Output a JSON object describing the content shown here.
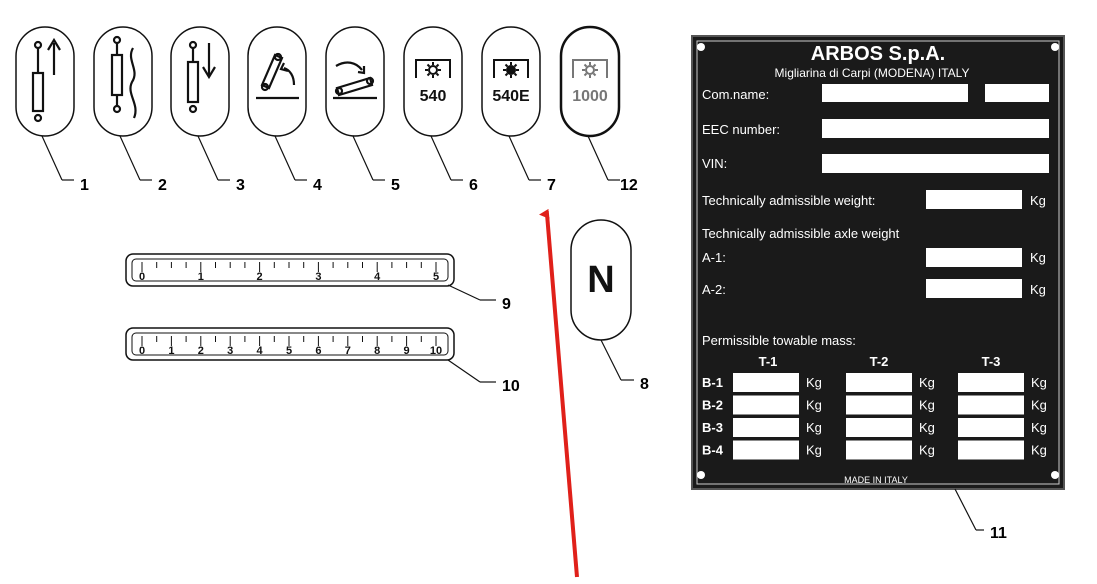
{
  "decals": [
    {
      "number": "1",
      "icon": "cylinder-up-icon"
    },
    {
      "number": "2",
      "icon": "cylinder-float-icon"
    },
    {
      "number": "3",
      "icon": "cylinder-down-icon"
    },
    {
      "number": "4",
      "icon": "lift-arm-raise-icon"
    },
    {
      "number": "5",
      "icon": "lift-arm-lower-icon"
    },
    {
      "number": "6",
      "icon": "pto-540-icon",
      "text": "540"
    },
    {
      "number": "7",
      "icon": "pto-540e-icon",
      "text": "540E"
    },
    {
      "number": "12",
      "icon": "pto-1000-icon",
      "text": "1000"
    }
  ],
  "neutral_decal": {
    "text": "N",
    "number": "8"
  },
  "scale_5": {
    "ticks": [
      "0",
      "1",
      "2",
      "3",
      "4",
      "5"
    ],
    "number": "9"
  },
  "scale_10": {
    "ticks": [
      "0",
      "1",
      "2",
      "3",
      "4",
      "5",
      "6",
      "7",
      "8",
      "9",
      "10"
    ],
    "number": "10"
  },
  "plate": {
    "number": "11",
    "brand": "ARBOS S.p.A.",
    "address": "Migliarina di Carpi (MODENA) ITALY",
    "com_name": "Com.name:",
    "eec_number": "EEC number:",
    "vin": "VIN:",
    "tech_weight": "Technically admissible weight:",
    "kg": "Kg",
    "tech_axle_weight": "Technically admissible axle weight",
    "a1": "A-1:",
    "a2": "A-2:",
    "towable_mass": "Permissible towable mass:",
    "columns": [
      "T-1",
      "T-2",
      "T-3"
    ],
    "rows": [
      "B-1",
      "B-2",
      "B-3",
      "B-4"
    ],
    "footer": "MADE IN ITALY"
  },
  "colors": {
    "plate_bg": "#1a1a1a",
    "plate_text": "#ffffff",
    "arrow": "#e0201a",
    "line": "#111111"
  }
}
